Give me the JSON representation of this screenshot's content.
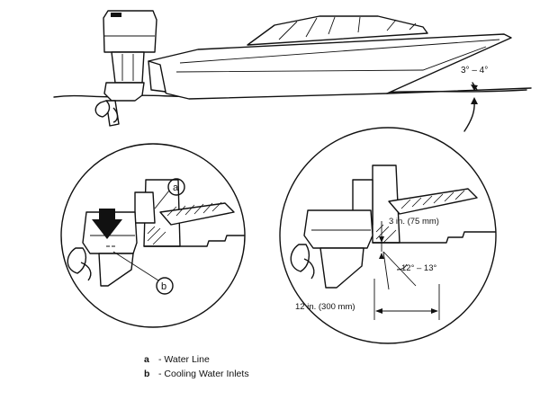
{
  "boat_trim_angle": "3° – 4°",
  "callout_a": "a",
  "callout_b": "b",
  "depth_dimension": "3 in. (75 mm)",
  "ventilation_angle": "12° – 13°",
  "setback_dimension": "12 in. (300 mm)",
  "legend": [
    {
      "key": "a",
      "label": "- Water Line"
    },
    {
      "key": "b",
      "label": "- Cooling Water Inlets"
    }
  ]
}
